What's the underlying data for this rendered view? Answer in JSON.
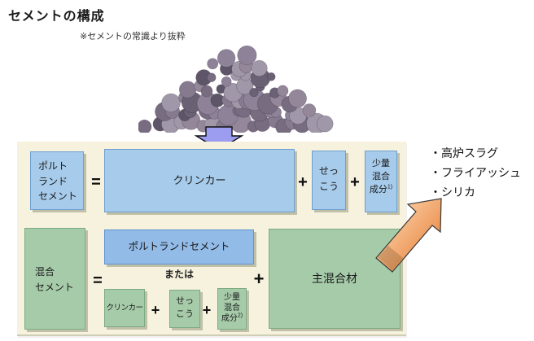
{
  "page": {
    "title": "セメントの構成",
    "note": "※セメントの常識より抜粋"
  },
  "colors": {
    "panel_bg": "#f6f2de",
    "blue_box": "#a7cbea",
    "blue_box_border": "#6f9fd0",
    "blue_box2": "#92bbe8",
    "blue_box2_border": "#5f93cf",
    "green_box": "#a6cba9",
    "green_box_border": "#7cab82",
    "down_arrow": "#9c9cf0",
    "orange_arrow_light": "#f8c496",
    "orange_arrow_dark": "#ec9352"
  },
  "icons": {
    "clinker_photo": "clinker-pile-photo",
    "down_arrow": "block-arrow-down",
    "promote_arrow": "block-arrow-up-right"
  },
  "diagram": {
    "top_row": {
      "result": {
        "lines": [
          "ポルト",
          "ランド",
          "セメント"
        ]
      },
      "equals": "=",
      "clinker": "クリンカー",
      "plus": "+",
      "gypsum": {
        "lines": [
          "せっ",
          "こう"
        ]
      },
      "minor": {
        "lines": [
          "少量",
          "混合"
        ],
        "last": "成分",
        "sup": "1)"
      }
    },
    "bottom_row": {
      "result": {
        "lines": [
          "混合",
          "セメント"
        ]
      },
      "equals": "=",
      "portland": "ポルトランドセメント",
      "or_label": "または",
      "clinker": "クリンカー",
      "plus": "+",
      "gypsum": {
        "lines": [
          "せっ",
          "こう"
        ]
      },
      "minor": {
        "lines": [
          "少量",
          "混合"
        ],
        "last": "成分",
        "sup": "2)"
      },
      "main_admixture": "主混合材"
    },
    "admixture_list": [
      "・高炉スラグ",
      "・フライアッシュ",
      "・シリカ"
    ]
  }
}
